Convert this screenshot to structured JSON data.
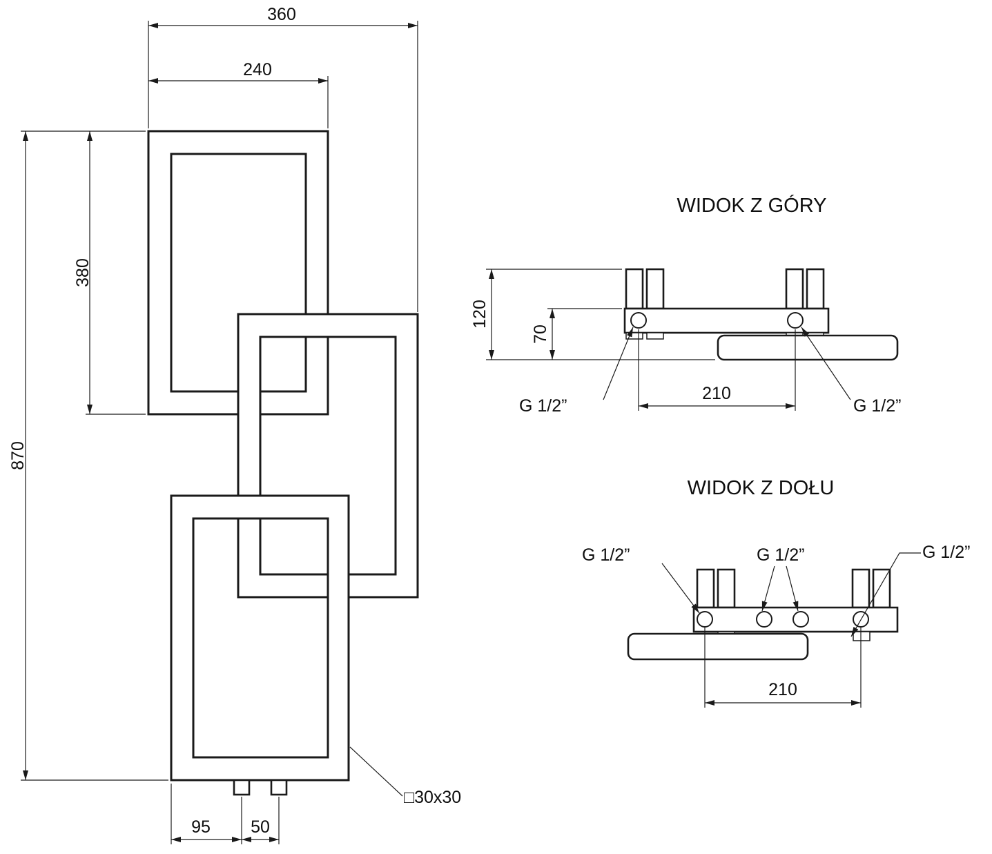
{
  "front_view": {
    "dim_width_total": "360",
    "dim_width_frame": "240",
    "dim_height_frame": "380",
    "dim_height_total": "870",
    "dim_conn_offset": "95",
    "dim_conn_spacing": "50",
    "profile_label": "□30x30"
  },
  "top_view": {
    "title": "WIDOK Z GÓRY",
    "dim_depth_total": "120",
    "dim_depth_axis": "70",
    "dim_conn_spacing": "210",
    "conn_left_label": "G 1/2”",
    "conn_right_label": "G 1/2”"
  },
  "bottom_view": {
    "title": "WIDOK Z DOŁU",
    "conn_left_label": "G 1/2”",
    "conn_mid_label": "G 1/2”",
    "conn_right_label": "G 1/2”",
    "dim_conn_spacing": "210"
  }
}
